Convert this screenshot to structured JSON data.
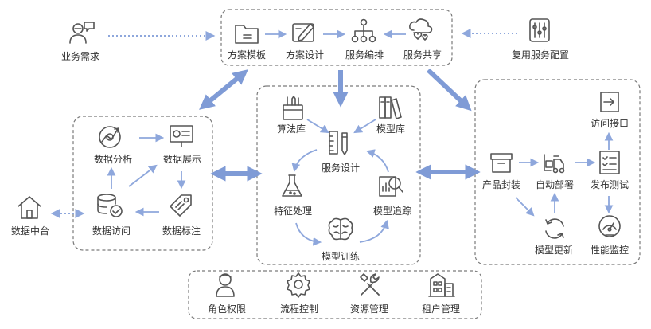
{
  "colors": {
    "arrow": "#8ea7dc",
    "arrow_dark": "#7f9bd6",
    "icon": "#555555",
    "box_border": "#7a7a7a",
    "text": "#333333"
  },
  "top_flow": {
    "items": [
      {
        "label": "方案模板",
        "icon": "folder-icon"
      },
      {
        "label": "方案设计",
        "icon": "design-tablet-icon"
      },
      {
        "label": "服务编排",
        "icon": "org-tree-icon"
      },
      {
        "label": "服务共享",
        "icon": "cloud-share-icon"
      }
    ],
    "left_input": {
      "label": "业务需求",
      "icon": "user-request-icon"
    },
    "right_input": {
      "label": "复用服务配置",
      "icon": "config-sliders-icon"
    }
  },
  "left_cycle": {
    "items": [
      {
        "label": "数据分析",
        "icon": "target-chart-icon"
      },
      {
        "label": "数据展示",
        "icon": "presentation-icon"
      },
      {
        "label": "数据访问",
        "icon": "database-check-icon"
      },
      {
        "label": "数据标注",
        "icon": "tag-icon"
      }
    ],
    "external": {
      "label": "数据中台",
      "icon": "house-icon"
    }
  },
  "center_cycle": {
    "items": [
      {
        "label": "算法库",
        "icon": "toolbox-icon"
      },
      {
        "label": "模型库",
        "icon": "books-icon"
      },
      {
        "label": "服务设计",
        "icon": "ruler-pencil-icon"
      },
      {
        "label": "特征处理",
        "icon": "flask-icon"
      },
      {
        "label": "模型追踪",
        "icon": "magnify-chart-icon"
      },
      {
        "label": "模型训练",
        "icon": "brain-icon"
      }
    ]
  },
  "right_flow": {
    "items": [
      {
        "label": "访问接口",
        "icon": "login-door-icon"
      },
      {
        "label": "产品封装",
        "icon": "package-box-icon"
      },
      {
        "label": "自动部署",
        "icon": "forklift-icon"
      },
      {
        "label": "发布测试",
        "icon": "checklist-icon"
      },
      {
        "label": "模型更新",
        "icon": "refresh-icon"
      },
      {
        "label": "性能监控",
        "icon": "gauge-icon"
      }
    ]
  },
  "bottom_bar": {
    "items": [
      {
        "label": "角色权限",
        "icon": "person-icon"
      },
      {
        "label": "流程控制",
        "icon": "gear-icon"
      },
      {
        "label": "资源管理",
        "icon": "tools-icon"
      },
      {
        "label": "租户管理",
        "icon": "buildings-icon"
      }
    ]
  }
}
